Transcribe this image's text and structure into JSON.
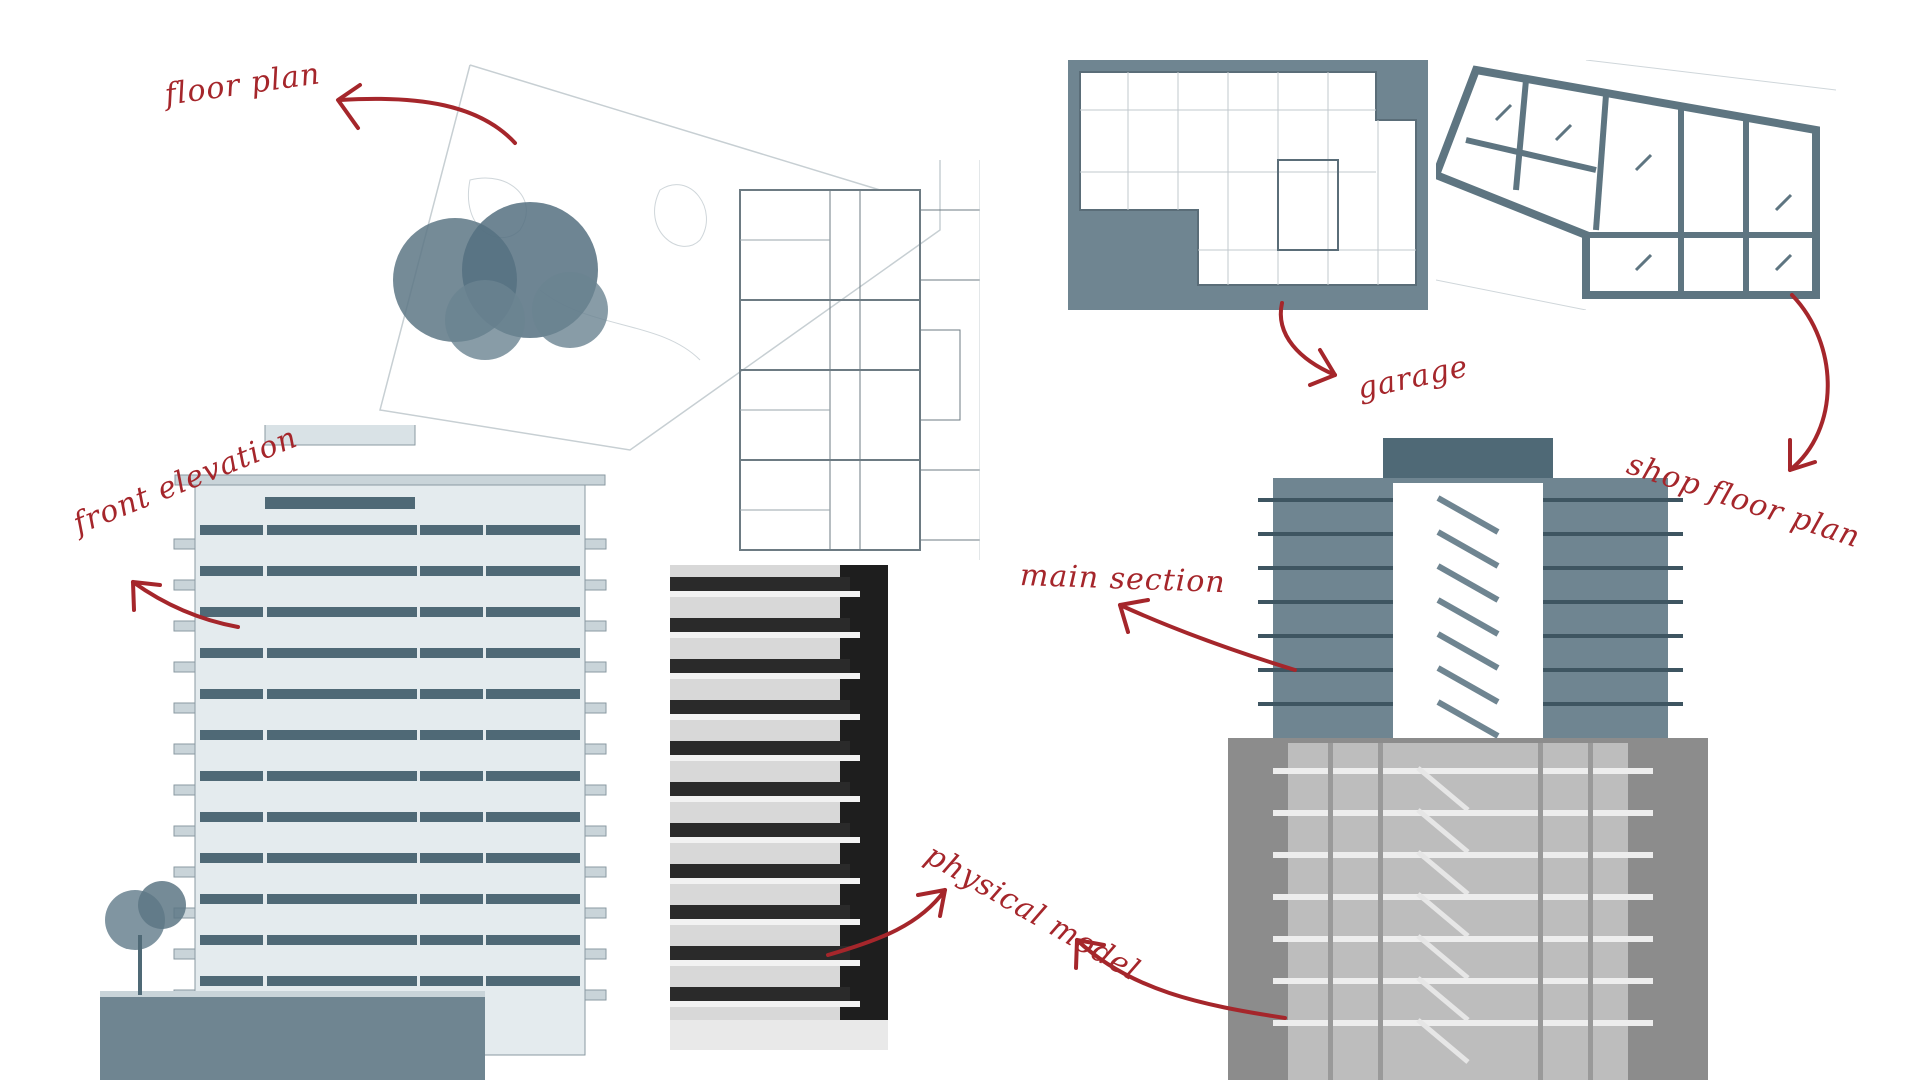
{
  "labels": {
    "floor_plan": "floor plan",
    "front_elevation": "front elevation",
    "garage": "garage",
    "shop_floor_plan": "shop floor plan",
    "main_section": "main section",
    "physical_model": "physical model"
  },
  "colors": {
    "annotation_red": "#a5262b",
    "slate_blue": "#6f8591",
    "dark_slate": "#4f6976",
    "facade_light": "#e4ebee"
  }
}
